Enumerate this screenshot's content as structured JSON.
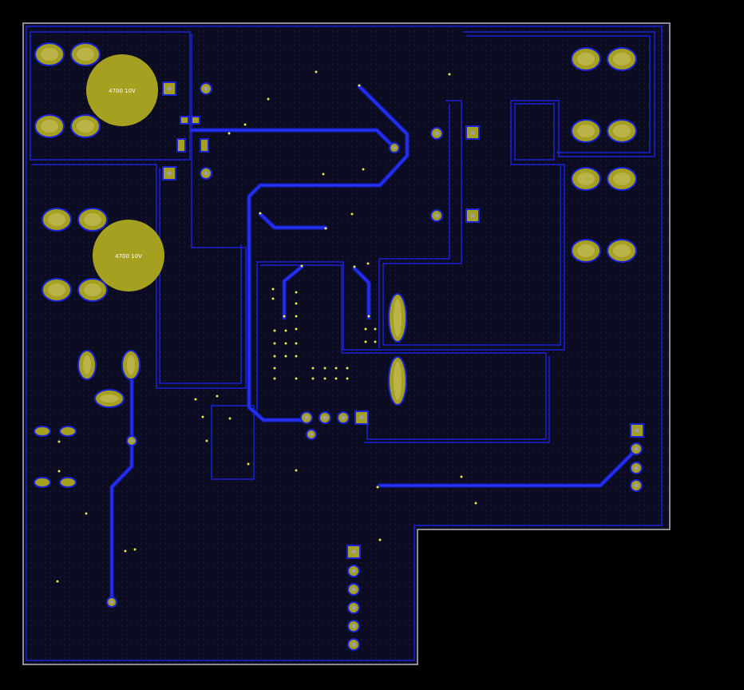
{
  "board": {
    "colors": {
      "background": "#000000",
      "outline": "#b8b8b8",
      "pour": "#0d0d33",
      "trace": "#1a23d6",
      "trace_core": "#2f3bff",
      "pad": "#a6a020",
      "pad_ring": "#c9c46a",
      "drill": "#9ea0b0",
      "via": "#e8e840",
      "silk": "#ffffff"
    },
    "labels": {
      "cap1": "4700 10V",
      "cap2": "4700 10V"
    },
    "icons": [
      "board-outline",
      "copper-pour",
      "trace",
      "pad",
      "via",
      "electrolytic-capacitor",
      "header-pin"
    ]
  }
}
